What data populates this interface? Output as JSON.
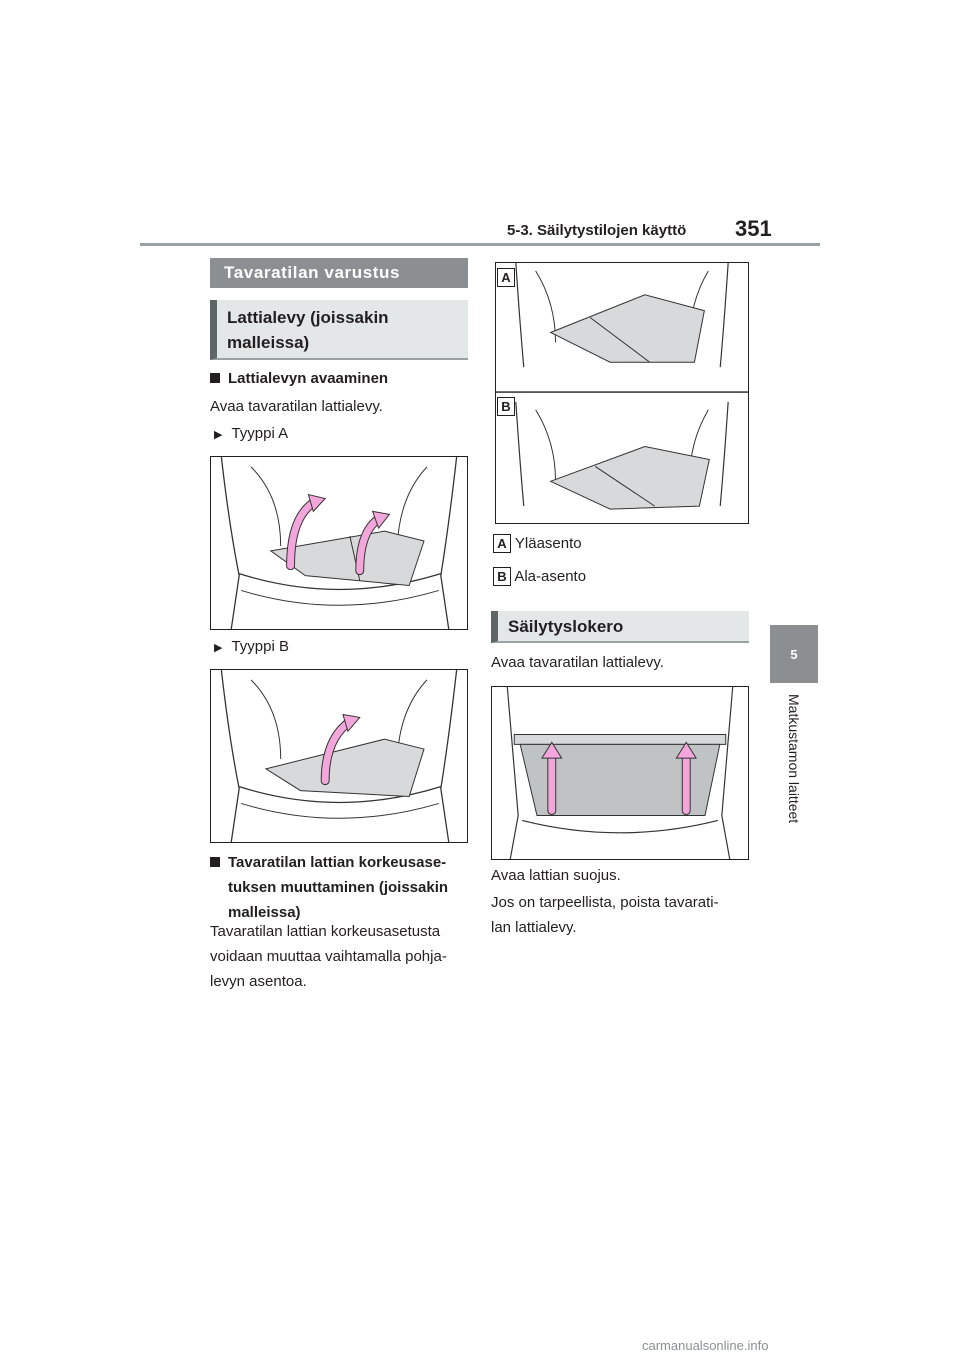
{
  "header": {
    "section": "5-3. Säilytystilojen käyttö",
    "page": "351"
  },
  "side_tab": {
    "number": "5",
    "title": "Matkustamon laitteet"
  },
  "col1": {
    "heading": "Tavaratilan varustus",
    "subheading": "Lattialevy (joissakin malleissa)",
    "item1_title": "Lattialevyn avaaminen",
    "item1_text": "Avaa tavaratilan lattialevy.",
    "type_a": "Tyyppi A",
    "type_b": "Tyyppi B",
    "item2_title_l1": "Tavaratilan lattian korkeusase-",
    "item2_title_l2": "tuksen muuttaminen (joissakin",
    "item2_title_l3": "malleissa)",
    "item2_text_l1": "Tavaratilan lattian korkeusasetusta",
    "item2_text_l2": "voidaan muuttaa vaihtamalla pohja-",
    "item2_text_l3": "levyn asentoa."
  },
  "col2": {
    "label_a": "A",
    "label_b": "B",
    "legend_a": "Yläasento",
    "legend_b": "Ala-asento",
    "heading": "Säilytyslokero",
    "text1": "Avaa tavaratilan lattialevy.",
    "text2": "Avaa lattian suojus.",
    "text3_l1": "Jos on tarpeellista, poista tavarati-",
    "text3_l2": "lan lattialevy."
  },
  "colors": {
    "arrow_fill": "#f3a6dc",
    "panel_fill": "#d7d9da",
    "accent_gray": "#8c8f91"
  },
  "footer": {
    "watermark": "carmanualsonline.info"
  }
}
